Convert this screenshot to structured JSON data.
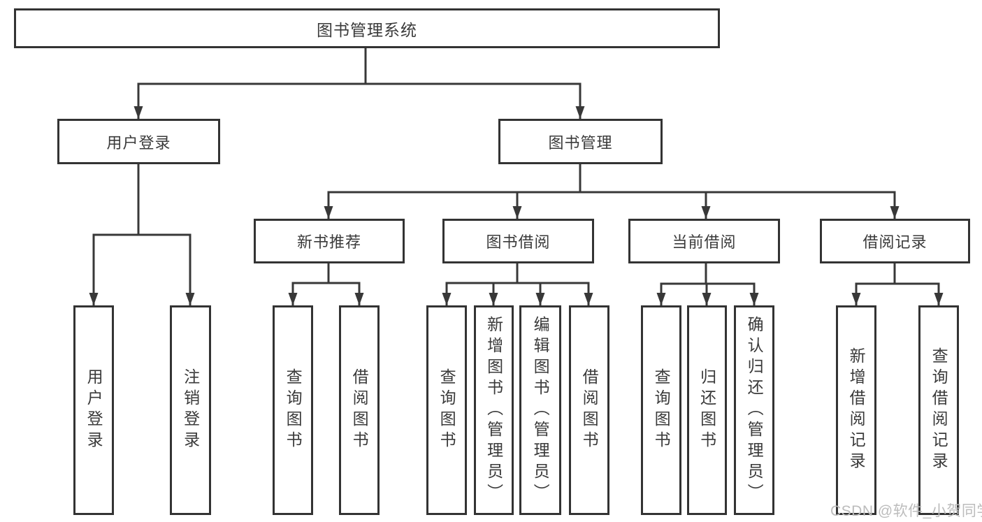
{
  "watermark": "CSDN @软件_小贺同学",
  "colors": {
    "line": "#383838",
    "box_border": "#333333",
    "text": "#3a3a3a",
    "background": "#ffffff",
    "watermark": "#bcbcbc"
  },
  "tree": {
    "root": "图书管理系统",
    "children": [
      {
        "label": "用户登录",
        "children": [
          "用户登录",
          "注销登录"
        ]
      },
      {
        "label": "图书管理",
        "children": [
          {
            "label": "新书推荐",
            "children": [
              "查询图书",
              "借阅图书"
            ]
          },
          {
            "label": "图书借阅",
            "children": [
              "查询图书",
              "新增图书（管理员）",
              "编辑图书（管理员）",
              "借阅图书"
            ]
          },
          {
            "label": "当前借阅",
            "children": [
              "查询图书",
              "归还图书",
              "确认归还（管理员）"
            ]
          },
          {
            "label": "借阅记录",
            "children": [
              "新增借阅记录",
              "查询借阅记录"
            ]
          }
        ]
      }
    ]
  }
}
